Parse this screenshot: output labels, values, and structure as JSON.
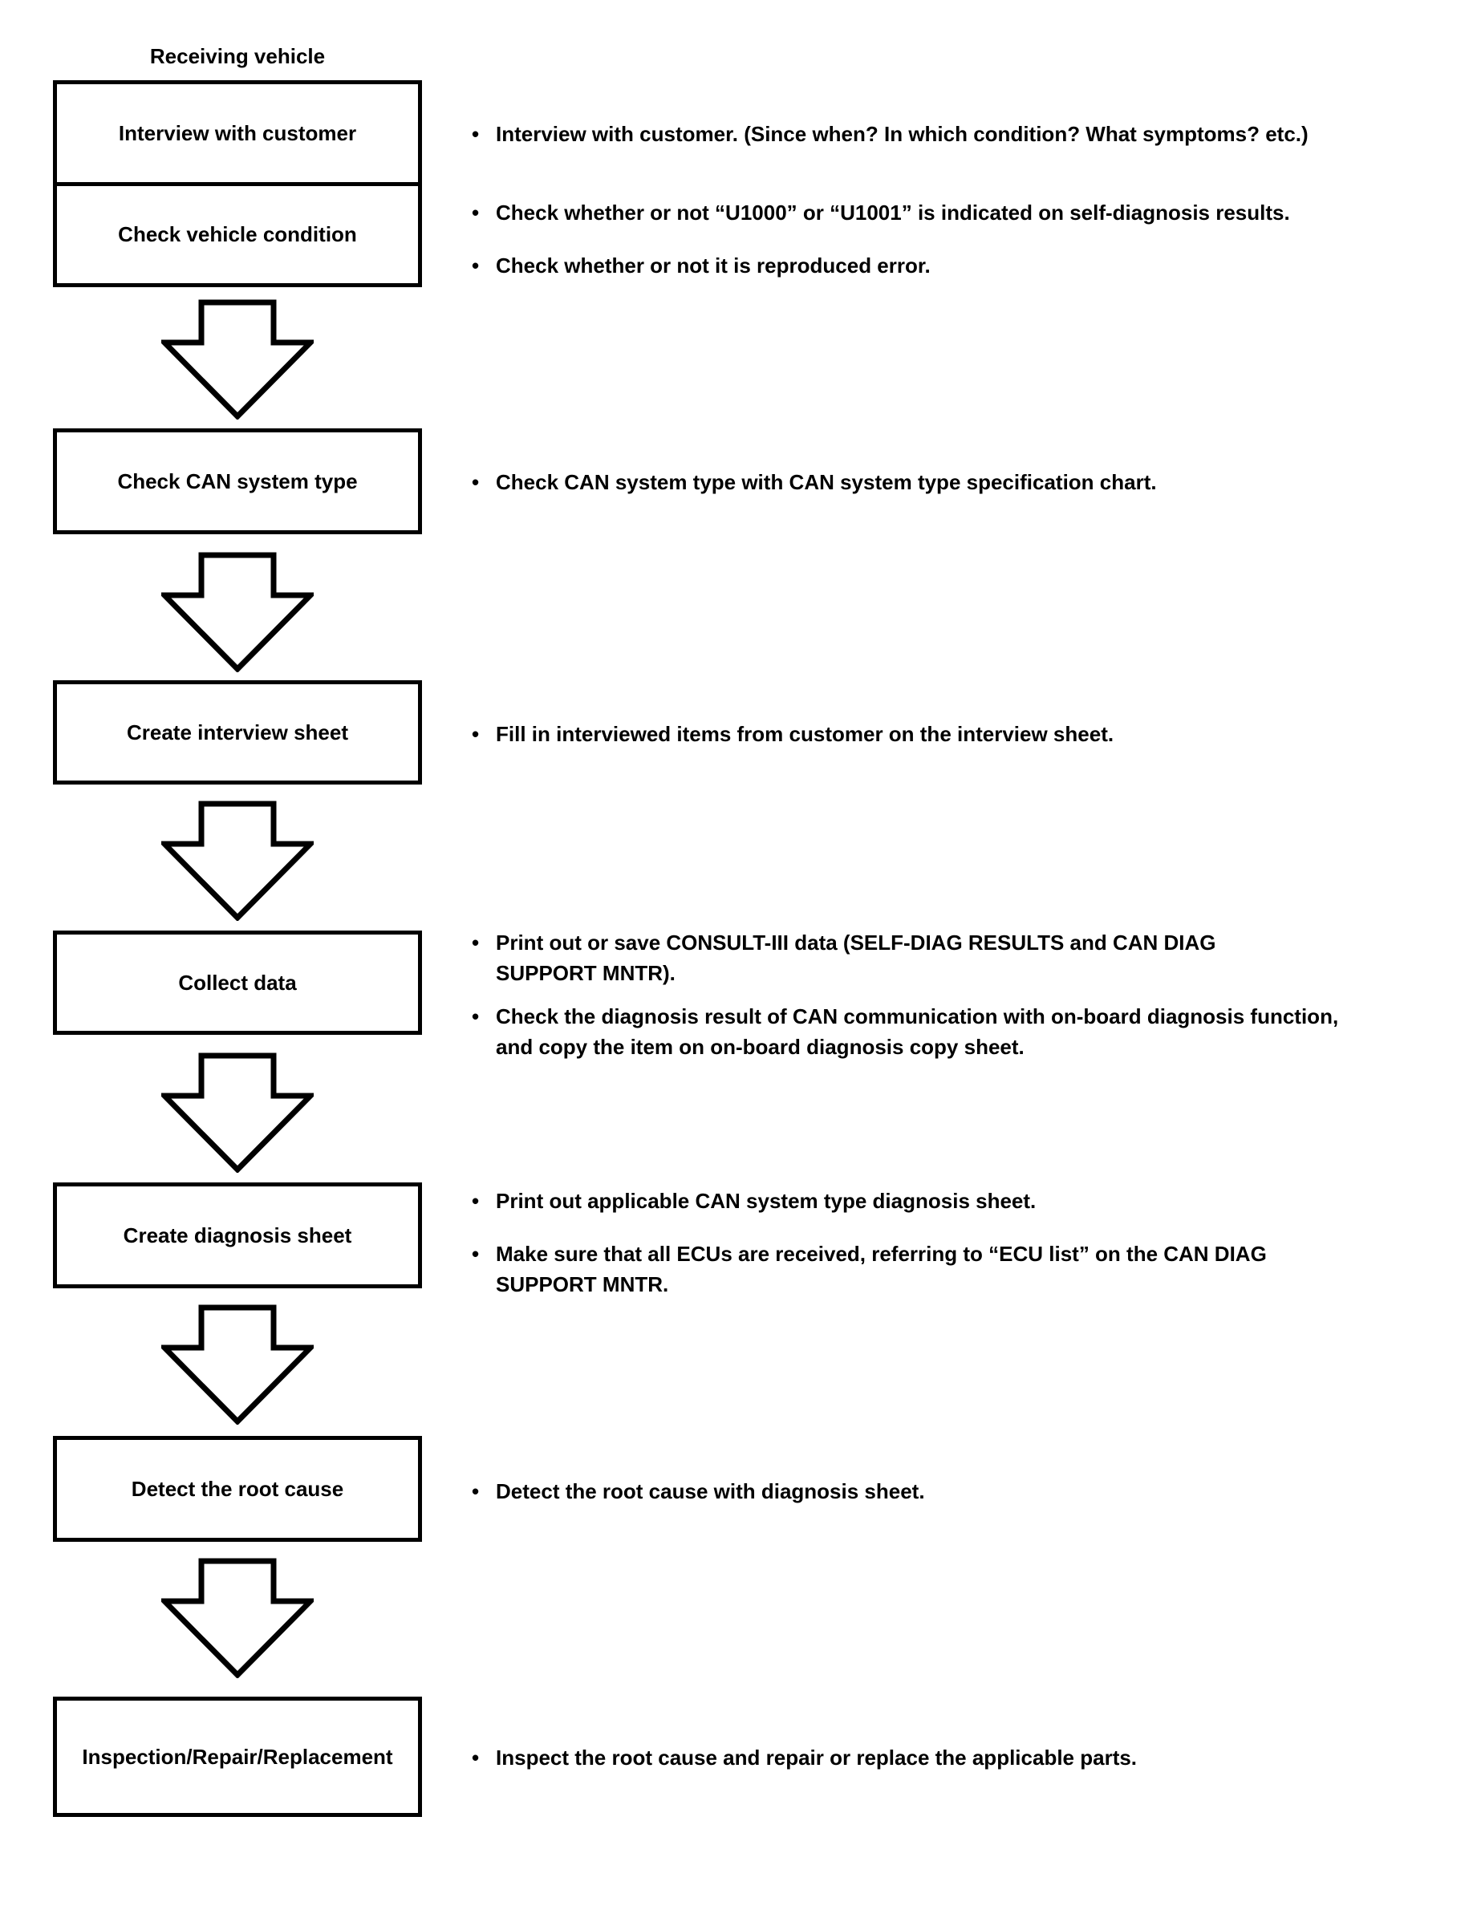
{
  "colors": {
    "ink": "#000000",
    "paper": "#ffffff"
  },
  "icons": {
    "flow_arrow": "block-arrow-down",
    "bullet_marker": "•"
  },
  "title": "Receiving vehicle",
  "steps": [
    {
      "boxes": [
        "Interview with customer",
        "Check vehicle condition"
      ],
      "bullets": [
        "Interview with customer. (Since when? In which condition? What symptoms? etc.)",
        "Check whether or not “U1000” or “U1001” is indicated on self-diagnosis results.",
        "Check whether or not it is reproduced error."
      ]
    },
    {
      "box": "Check CAN system type",
      "bullets": [
        "Check CAN system type with CAN system type specification chart."
      ]
    },
    {
      "box": "Create interview sheet",
      "bullets": [
        "Fill in interviewed items from customer on the interview sheet."
      ]
    },
    {
      "box": "Collect data",
      "bullets": [
        "Print out or save CONSULT-III data (SELF-DIAG RESULTS and CAN DIAG\nSUPPORT MNTR).",
        "Check the diagnosis result of CAN communication with on-board diagnosis function,\nand copy the item on on-board diagnosis copy sheet."
      ]
    },
    {
      "box": "Create diagnosis sheet",
      "bullets": [
        "Print out applicable CAN system type diagnosis sheet.",
        "Make sure that all ECUs are received, referring to “ECU list” on the CAN DIAG\nSUPPORT MNTR."
      ]
    },
    {
      "box": "Detect the root cause",
      "bullets": [
        "Detect the root cause with diagnosis sheet."
      ]
    },
    {
      "box": "Inspection/Repair/Replacement",
      "bullets": [
        "Inspect the root cause and repair or replace the applicable parts."
      ]
    }
  ]
}
